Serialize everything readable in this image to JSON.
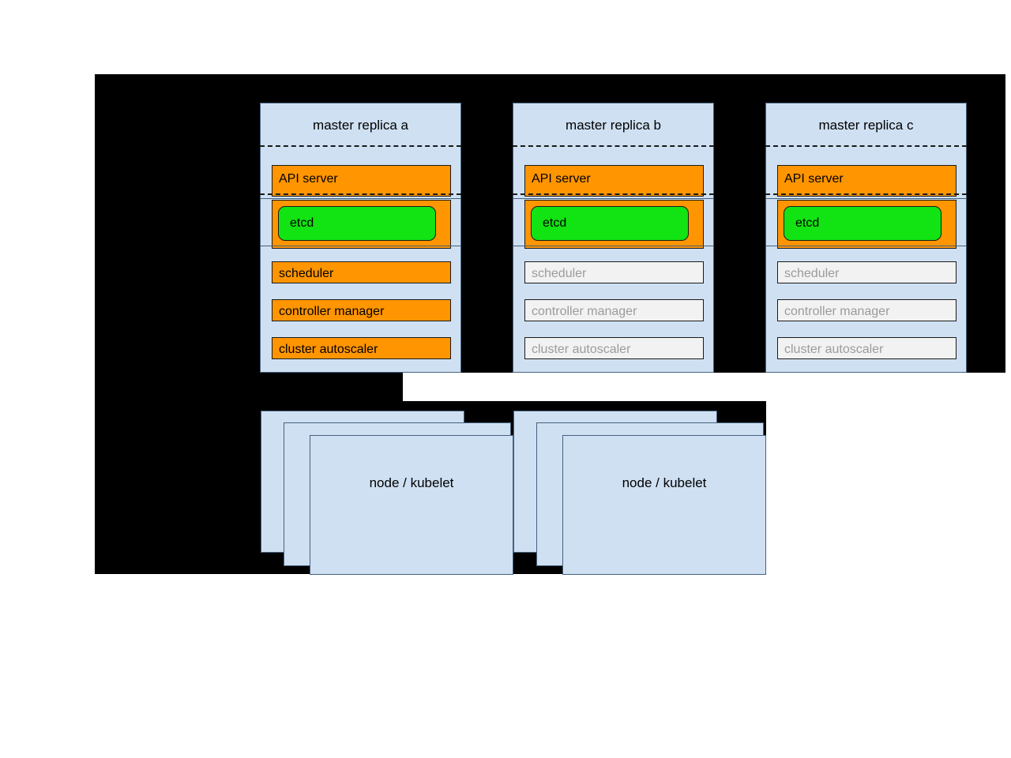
{
  "diagram": {
    "title": "kubernetes ha master replicas and nodes",
    "background_color": "#000000",
    "page_color": "#ffffff",
    "palette": {
      "panel_fill": "#cfe0f2",
      "panel_border": "#46617c",
      "active_fill": "#ff9500",
      "inactive_fill": "#f2f2f2",
      "inactive_text": "#9b9b9b",
      "etcd_fill": "#12e312",
      "line_color": "#1a1a1a"
    }
  },
  "replicas": [
    {
      "id": "a",
      "title": "master replica a",
      "api_server": {
        "label": "API server",
        "state": "active"
      },
      "etcd": {
        "label": "etcd",
        "state": "active"
      },
      "components": [
        {
          "name": "scheduler",
          "label": "scheduler",
          "state": "active"
        },
        {
          "name": "controller-manager",
          "label": "controller manager",
          "state": "active"
        },
        {
          "name": "cluster-autoscaler",
          "label": "cluster autoscaler",
          "state": "active"
        }
      ]
    },
    {
      "id": "b",
      "title": "master replica b",
      "api_server": {
        "label": "API server",
        "state": "active"
      },
      "etcd": {
        "label": "etcd",
        "state": "active"
      },
      "components": [
        {
          "name": "scheduler",
          "label": "scheduler",
          "state": "inactive"
        },
        {
          "name": "controller-manager",
          "label": "controller manager",
          "state": "inactive"
        },
        {
          "name": "cluster-autoscaler",
          "label": "cluster autoscaler",
          "state": "inactive"
        }
      ]
    },
    {
      "id": "c",
      "title": "master replica c",
      "api_server": {
        "label": "API server",
        "state": "active"
      },
      "etcd": {
        "label": "etcd",
        "state": "active"
      },
      "components": [
        {
          "name": "scheduler",
          "label": "scheduler",
          "state": "inactive"
        },
        {
          "name": "controller-manager",
          "label": "controller manager",
          "state": "inactive"
        },
        {
          "name": "cluster-autoscaler",
          "label": "cluster autoscaler",
          "state": "inactive"
        }
      ]
    }
  ],
  "node_groups": [
    {
      "id": "1",
      "label": "node / kubelet",
      "stack_depth": 3
    },
    {
      "id": "2",
      "label": "node / kubelet",
      "stack_depth": 3
    }
  ]
}
